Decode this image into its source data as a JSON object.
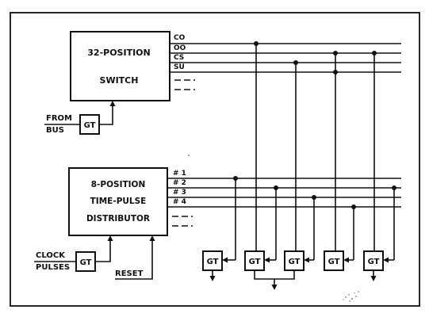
{
  "switch_block": {
    "line1": "32-POSITION",
    "line2": "SWITCH"
  },
  "switch_outputs": [
    "CO",
    "OO",
    "CS",
    "SU"
  ],
  "bus_input": {
    "line1": "FROM",
    "line2": "BUS",
    "gate": "GT"
  },
  "distributor_block": {
    "line1": "8-POSITION",
    "line2": "TIME-PULSE",
    "line3": "DISTRIBUTOR"
  },
  "distributor_outputs": [
    "# 1",
    "# 2",
    "# 3",
    "# 4"
  ],
  "clock_input": {
    "line1": "CLOCK",
    "line2": "PULSES",
    "gate": "GT"
  },
  "reset_label": "RESET",
  "output_gates": [
    "GT",
    "GT",
    "GT",
    "GT",
    "GT"
  ]
}
